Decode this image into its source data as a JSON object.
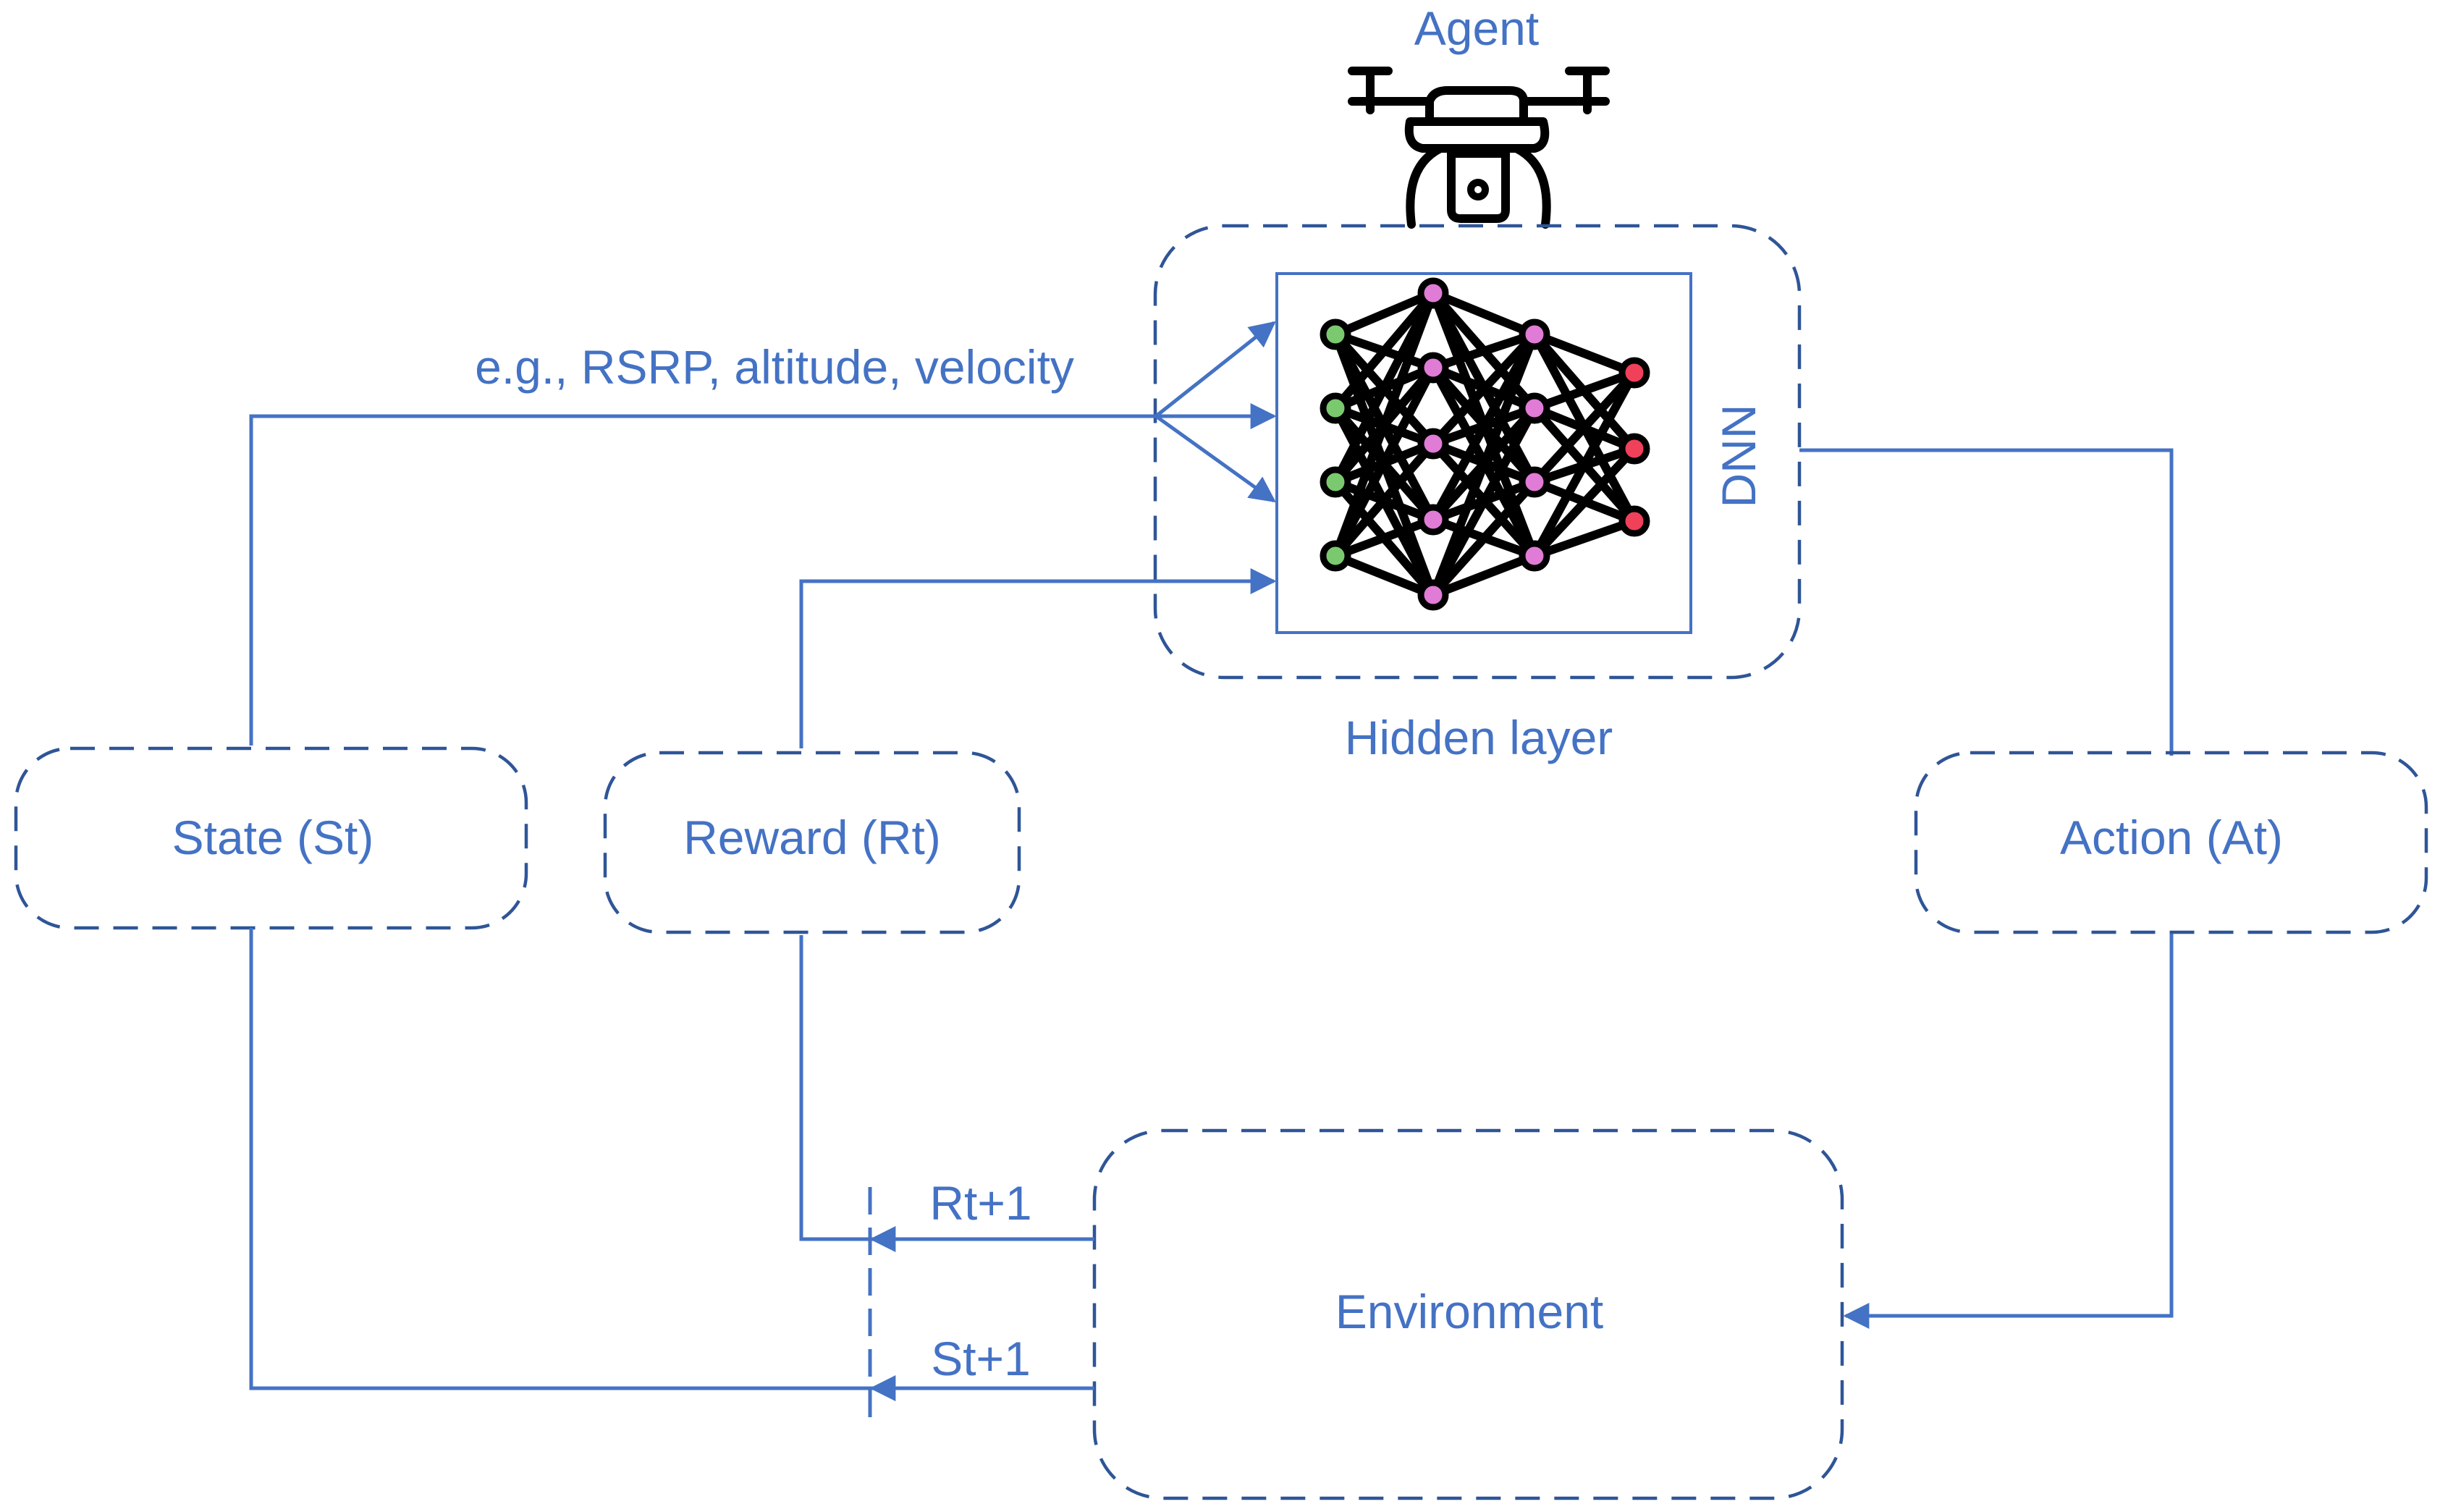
{
  "agent_label": "Agent",
  "dnn_label": "DNN",
  "hidden_layer_label": "Hidden layer",
  "state_input_label": "e.g., RSRP, altitude, velocity",
  "boxes": {
    "state": "State (St)",
    "reward": "Reward (Rt)",
    "action": "Action (At)",
    "environment": "Environment"
  },
  "feedback": {
    "reward_next": "Rt+1",
    "state_next": "St+1"
  },
  "icons": [
    "drone-icon",
    "neural-network-icon"
  ],
  "colors": {
    "accent": "#4472C4",
    "dashed_border": "#2F5597",
    "input_node": "#7BC96F",
    "hidden_node": "#E07BD6",
    "output_node": "#F0405A"
  }
}
